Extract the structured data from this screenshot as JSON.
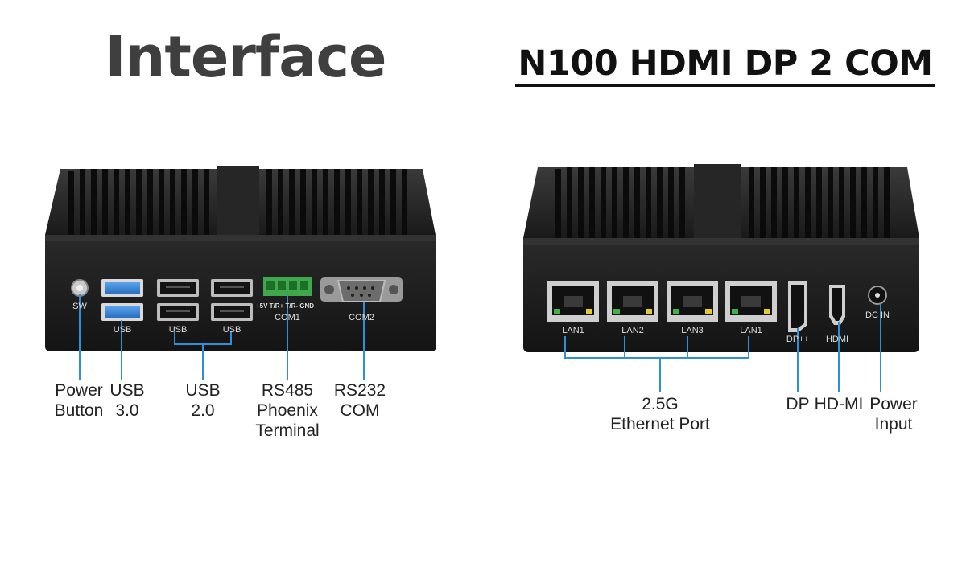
{
  "titles": {
    "left": "Interface",
    "right": "N100 HDMI DP 2 COM"
  },
  "front_panel": {
    "port_labels": {
      "sw": "SW",
      "usb3": "USB",
      "usb2_a": "USB",
      "usb2_b": "USB",
      "com1_pins": "+5V T/R+ T/R- GND",
      "com1": "COM1",
      "com2": "COM2"
    },
    "callouts": {
      "power_button": "Power\nButton",
      "usb3": "USB\n3.0",
      "usb2": "USB\n2.0",
      "rs485": "RS485\nPhoenix\nTerminal",
      "rs232": "RS232\nCOM"
    }
  },
  "rear_panel": {
    "port_labels": {
      "lan_a": "LAN1",
      "lan_b": "LAN2",
      "lan_c": "LAN3",
      "lan_d": "LAN1",
      "dp": "DP++",
      "hdmi": "HDMI",
      "dcin": "DC IN"
    },
    "callouts": {
      "ethernet": "2.5G\nEthernet Port",
      "dp": "DP",
      "hdmi": "HD-MI",
      "power_input": "Power\nInput"
    }
  },
  "colors": {
    "callout_line": "#2f8fd8",
    "device_body": "#1c1c1c",
    "phoenix_terminal": "#3fa84a",
    "usb3_blue": "#3a86d6"
  }
}
